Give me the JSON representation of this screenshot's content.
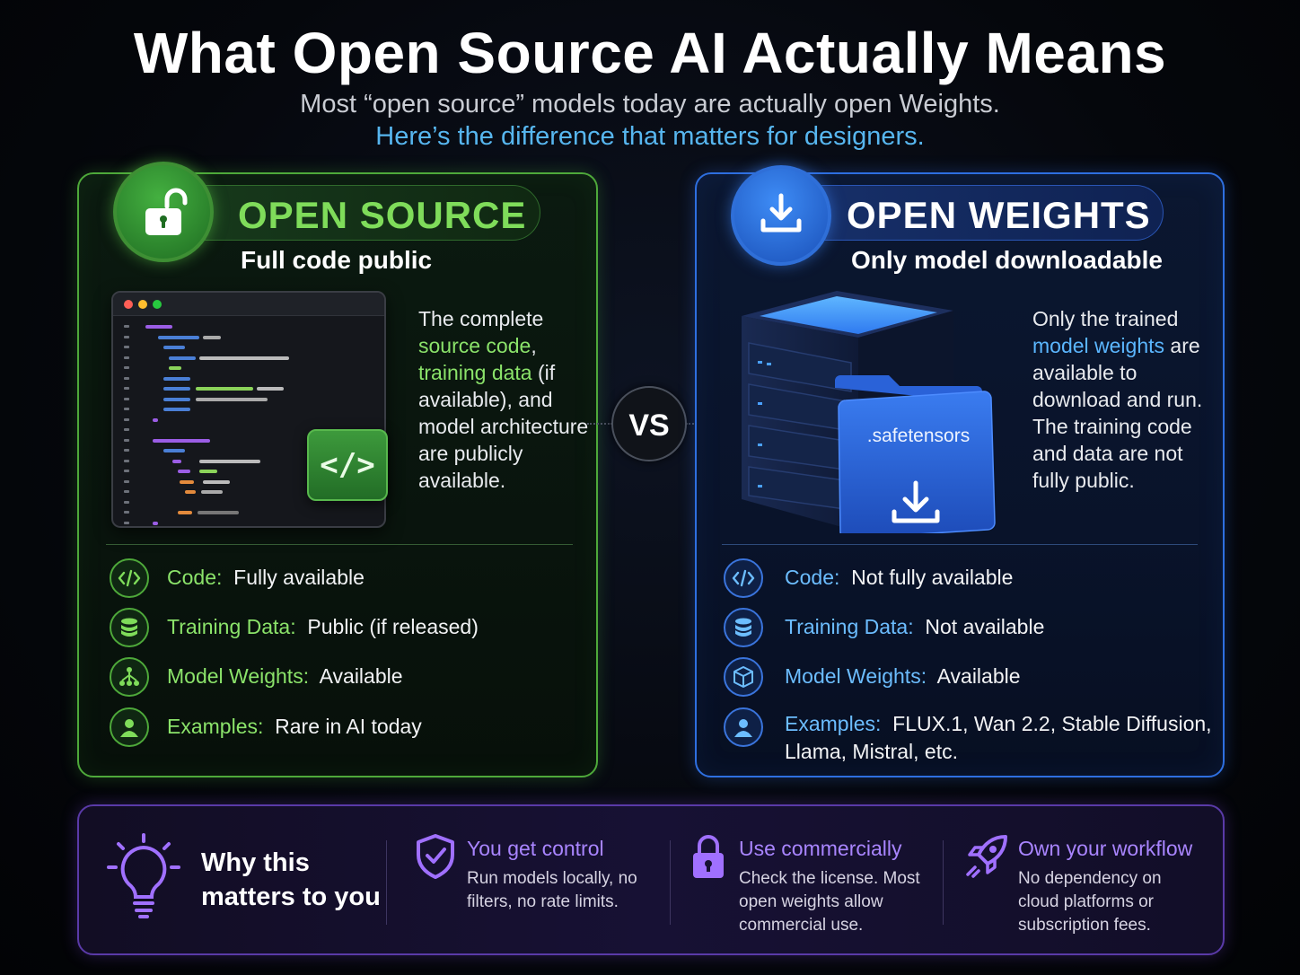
{
  "header": {
    "title": "What Open Source AI Actually Means",
    "subtitle": "Most “open source” models today are actually open Weights.",
    "subtitle_highlight": "Here’s the difference that matters for designers."
  },
  "vs_label": "VS",
  "open_source": {
    "title": "OPEN SOURCE",
    "subtitle": "Full code public",
    "desc": {
      "part1": "The complete ",
      "hl1": "source code",
      "part2": ", ",
      "hl2": "training data",
      "part3": " (if available), and model architecture are publicly available."
    },
    "code_tag": "</>",
    "rows": [
      {
        "label": "Code:",
        "value": "Fully available",
        "icon": "code-icon"
      },
      {
        "label": "Training Data:",
        "value": "Public (if released)",
        "icon": "database-icon"
      },
      {
        "label": "Model Weights:",
        "value": "Available",
        "icon": "network-icon"
      },
      {
        "label": "Examples:",
        "value": "Rare in AI today",
        "icon": "user-icon"
      }
    ]
  },
  "open_weights": {
    "title": "OPEN WEIGHTS",
    "subtitle": "Only model downloadable",
    "file_label": ".safetensors",
    "desc": {
      "part1": "Only the trained ",
      "hl1": "model weights",
      "part2": " are available to download and run. The training code and data are not fully public."
    },
    "rows": [
      {
        "label": "Code:",
        "value": "Not fully available",
        "icon": "code-icon"
      },
      {
        "label": "Training Data:",
        "value": "Not available",
        "icon": "database-icon"
      },
      {
        "label": "Model Weights:",
        "value": "Available",
        "icon": "cube-icon"
      },
      {
        "label": "Examples:",
        "value": "FLUX.1, Wan 2.2, Stable Diffusion,",
        "value2": "Llama, Mistral, etc.",
        "icon": "user-icon"
      }
    ]
  },
  "bottom": {
    "why_line1": "Why this",
    "why_line2": "matters to you",
    "features": [
      {
        "title": "You get control",
        "desc": "Run models locally, no filters, no rate limits.",
        "icon": "shield-check-icon"
      },
      {
        "title": "Use commercially",
        "desc": "Check the license. Most open weights allow commercial use.",
        "icon": "lock-icon"
      },
      {
        "title": "Own your workflow",
        "desc": "No dependency on cloud platforms or subscription fees.",
        "icon": "rocket-icon"
      }
    ]
  },
  "colors": {
    "green": "#7fdc5a",
    "blue": "#5bb6ff",
    "purple": "#a985ff"
  }
}
